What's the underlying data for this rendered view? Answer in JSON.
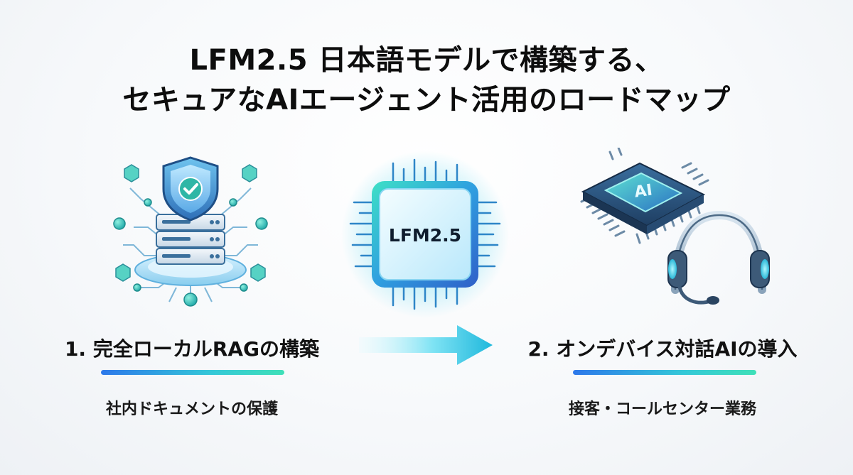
{
  "title": {
    "line1": "LFM2.5 日本語モデルで構築する、",
    "line2": "セキュアなAIエージェント活用のロードマップ"
  },
  "chip": {
    "label": "LFM2.5"
  },
  "support_chip": {
    "label": "AI"
  },
  "steps": [
    {
      "title": "1. 完全ローカルRAGの構築",
      "description": "社内ドキュメントの保護",
      "illustration": "shield-server-network-icon"
    },
    {
      "title": "2. オンデバイス対話AIの導入",
      "description": "接客・コールセンター業務",
      "illustration": "ai-chip-headset-icon"
    }
  ],
  "colors": {
    "accent_blue": "#2d78ea",
    "accent_teal": "#34c8d8",
    "accent_green": "#3fe0b8",
    "arrow_cyan": "#28c8e0",
    "navy": "#2a5d8f"
  }
}
